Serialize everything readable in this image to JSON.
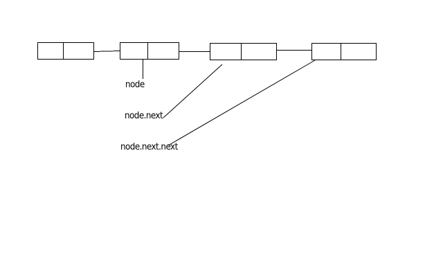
{
  "diagram": {
    "labels": {
      "node": "node",
      "node_next": "node.next",
      "node_next_next": "node.next.next"
    },
    "nodes": [
      {
        "id": "n1"
      },
      {
        "id": "n2"
      },
      {
        "id": "n3"
      },
      {
        "id": "n4"
      }
    ],
    "colors": {
      "stroke": "#000000",
      "background": "#ffffff"
    }
  }
}
